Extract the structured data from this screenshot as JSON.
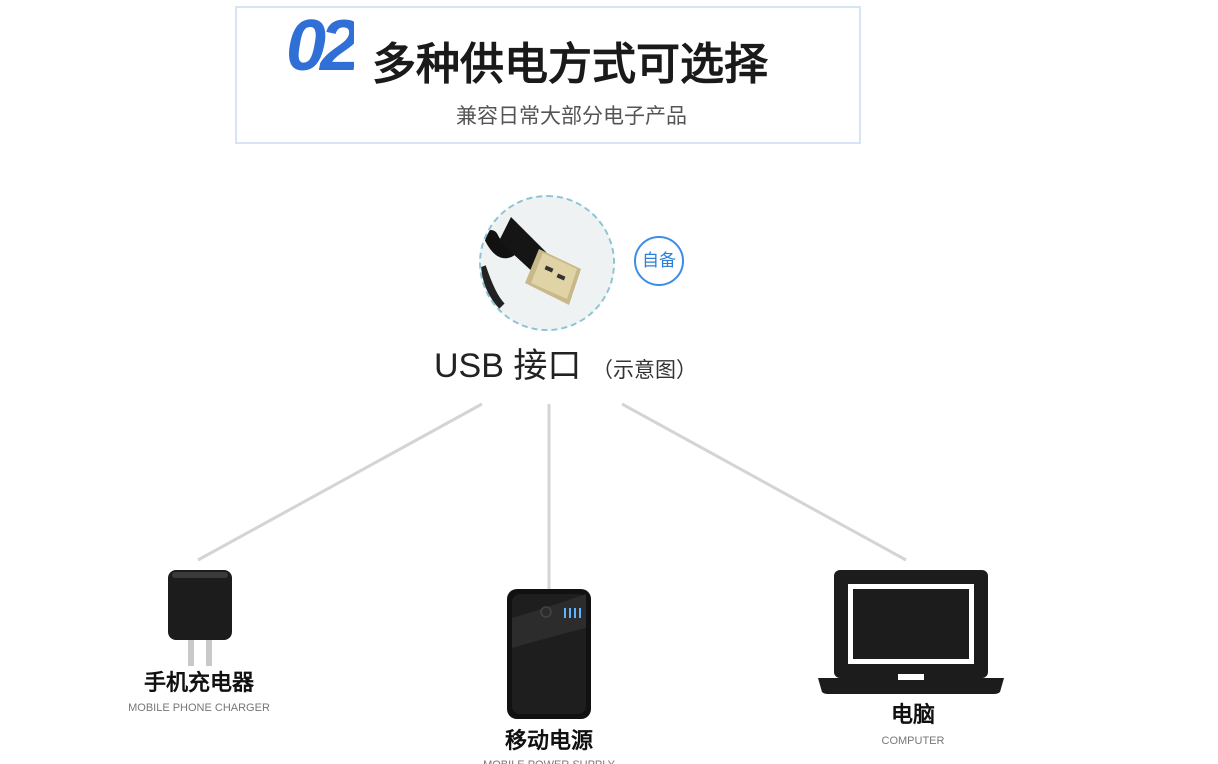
{
  "header": {
    "number": "02",
    "title": "多种供电方式可选择",
    "subtitle": "兼容日常大部分电子产品"
  },
  "usb": {
    "badge": "自备",
    "label": "USB 接口",
    "note": "（示意图）"
  },
  "devices": [
    {
      "label": "手机充电器",
      "sub": "MOBILE PHONE CHARGER",
      "icon": "wall-charger-icon"
    },
    {
      "label": "移动电源",
      "sub": "MOBILE POWER SUPPLY",
      "icon": "power-bank-icon"
    },
    {
      "label": "电脑",
      "sub": "COMPUTER",
      "icon": "laptop-icon"
    }
  ],
  "colors": {
    "accent": "#2f6fd6",
    "badge": "#3a8ee6",
    "line": "#d4d4d4"
  }
}
